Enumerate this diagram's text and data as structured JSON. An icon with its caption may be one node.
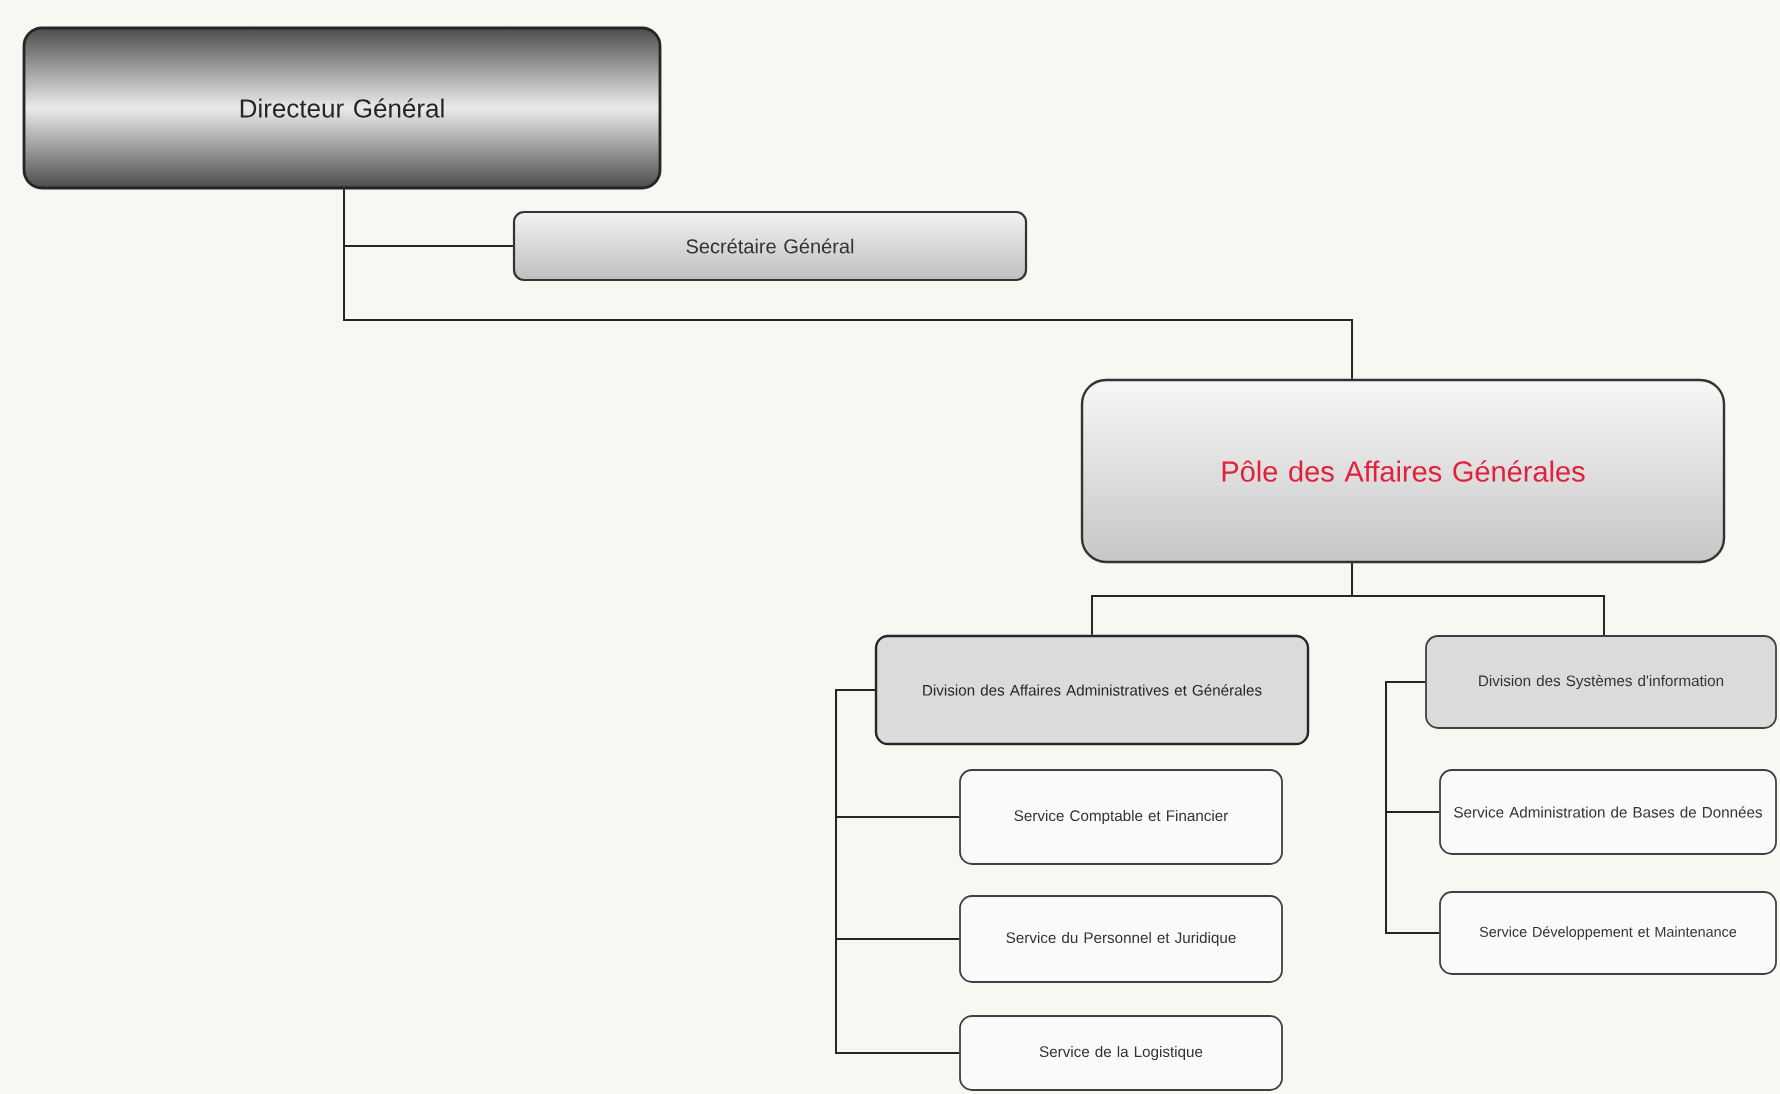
{
  "diagram": {
    "nodes": [
      {
        "text": [
          "Directeur Général"
        ]
      },
      {
        "text": [
          "Secrétaire Général"
        ]
      },
      {
        "text": [
          "Pôle des Affaires Générales"
        ]
      },
      {
        "text": [
          "Division des Affaires Administratives et Générales"
        ]
      },
      {
        "text": [
          "Division des Systèmes d'information"
        ]
      },
      {
        "text": [
          "Service Comptable et Financier"
        ]
      },
      {
        "text": [
          "Service du Personnel et Juridique"
        ]
      },
      {
        "text": [
          "Service de la Logistique"
        ]
      },
      {
        "text": [
          "Service Administration de Bases de Données"
        ]
      },
      {
        "text": [
          "Service Développement et Maintenance"
        ]
      }
    ],
    "edges": [
      {
        "from": 0,
        "to": 1,
        "arrow": "none"
      },
      {
        "from": 0,
        "to": 2,
        "arrow": "none"
      },
      {
        "from": 2,
        "to": 3,
        "arrow": "none"
      },
      {
        "from": 2,
        "to": 4,
        "arrow": "none"
      },
      {
        "from": 3,
        "to": 5,
        "arrow": "none"
      },
      {
        "from": 3,
        "to": 6,
        "arrow": "none"
      },
      {
        "from": 3,
        "to": 7,
        "arrow": "none"
      },
      {
        "from": 4,
        "to": 8,
        "arrow": "none"
      },
      {
        "from": 4,
        "to": 9,
        "arrow": "none"
      }
    ]
  }
}
